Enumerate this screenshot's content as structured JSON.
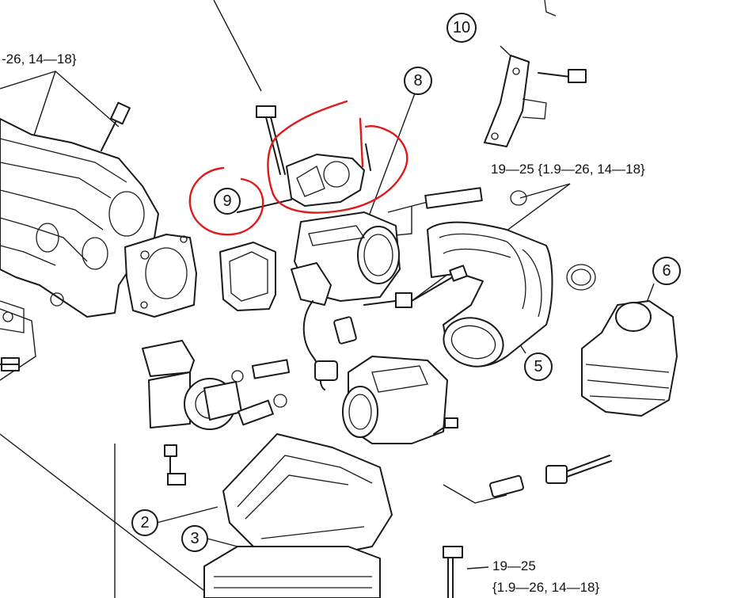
{
  "callouts": {
    "c2": "2",
    "c3": "3",
    "c5": "5",
    "c6": "6",
    "c8": "8",
    "c9": "9",
    "c10": "10"
  },
  "torque_labels": {
    "top_left": "-26, 14—18}",
    "right_middle": "19—25 {1.9—26, 14—18}",
    "bottom_right_line1": "19—25",
    "bottom_right_line2": "{1.9—26, 14—18}"
  },
  "colors": {
    "ink": "#1a1a1a",
    "highlight_mark": "#e0191b",
    "background": "#ffffff"
  },
  "icons": {
    "bolt": "bolt-icon",
    "clamp": "hose-clamp-icon",
    "connector": "connector-icon"
  }
}
